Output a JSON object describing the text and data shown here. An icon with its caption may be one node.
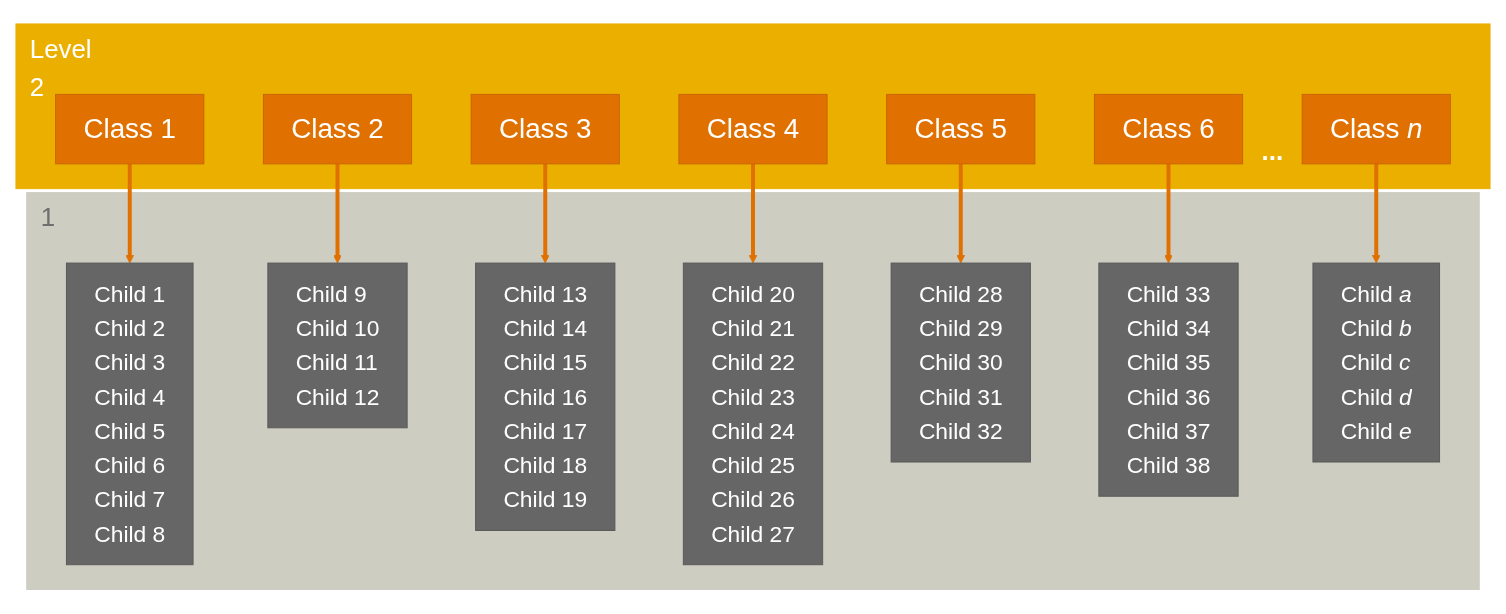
{
  "diagram": {
    "nodes": [
      {
        "text": [
          "Level",
          "2"
        ]
      },
      {
        "text": [
          "Class 1"
        ],
        "in": 0
      },
      {
        "text": [
          "Class 2"
        ],
        "in": 0
      },
      {
        "text": [
          "Class 3"
        ],
        "in": 0
      },
      {
        "text": [
          "Class 4"
        ],
        "in": 0
      },
      {
        "text": [
          "Class 5"
        ],
        "in": 0
      },
      {
        "text": [
          "Class 6"
        ],
        "in": 0
      },
      {
        "text": [
          "Class *n*"
        ],
        "in": 0
      },
      {
        "text": [
          "1"
        ]
      },
      {
        "text": [
          "Child 1",
          "Child 2",
          "Child 3",
          "Child 4",
          "Child 5",
          "Child 6",
          "Child 7",
          "Child 8"
        ],
        "in": 8
      },
      {
        "text": [
          "Child 9",
          "Child 10",
          "Child 11",
          "Child 12"
        ],
        "in": 8
      },
      {
        "text": [
          "Child 13",
          "Child 14",
          "Child 15",
          "Child 16",
          "Child 17",
          "Child 18",
          "Child 19"
        ],
        "in": 8
      },
      {
        "text": [
          "Child 20",
          "Child 21",
          "Child 22",
          "Child 23",
          "Child 24",
          "Child 25",
          "Child 26",
          "Child 27"
        ],
        "in": 8
      },
      {
        "text": [
          "Child 28",
          "Child 29",
          "Child 30",
          "Child 31",
          "Child 32"
        ],
        "in": 8
      },
      {
        "text": [
          "Child 33",
          "Child 34",
          "Child 35",
          "Child 36",
          "Child 37",
          "Child 38"
        ],
        "in": 8
      },
      {
        "text": [
          "Child *a*",
          "Child *b*",
          "Child *c*",
          "Child *d*",
          "Child *e*"
        ],
        "in": 8
      }
    ],
    "edges": [
      {
        "from": 1,
        "to": 9,
        "arrow": "to"
      },
      {
        "from": 2,
        "to": 10,
        "arrow": "to"
      },
      {
        "from": 3,
        "to": 11,
        "arrow": "to"
      },
      {
        "from": 4,
        "to": 12,
        "arrow": "to"
      },
      {
        "from": 5,
        "to": 13,
        "arrow": "to"
      },
      {
        "from": 6,
        "to": 14,
        "arrow": "to"
      },
      {
        "from": 7,
        "to": 15,
        "arrow": "to"
      }
    ],
    "labels": [
      "..."
    ]
  }
}
